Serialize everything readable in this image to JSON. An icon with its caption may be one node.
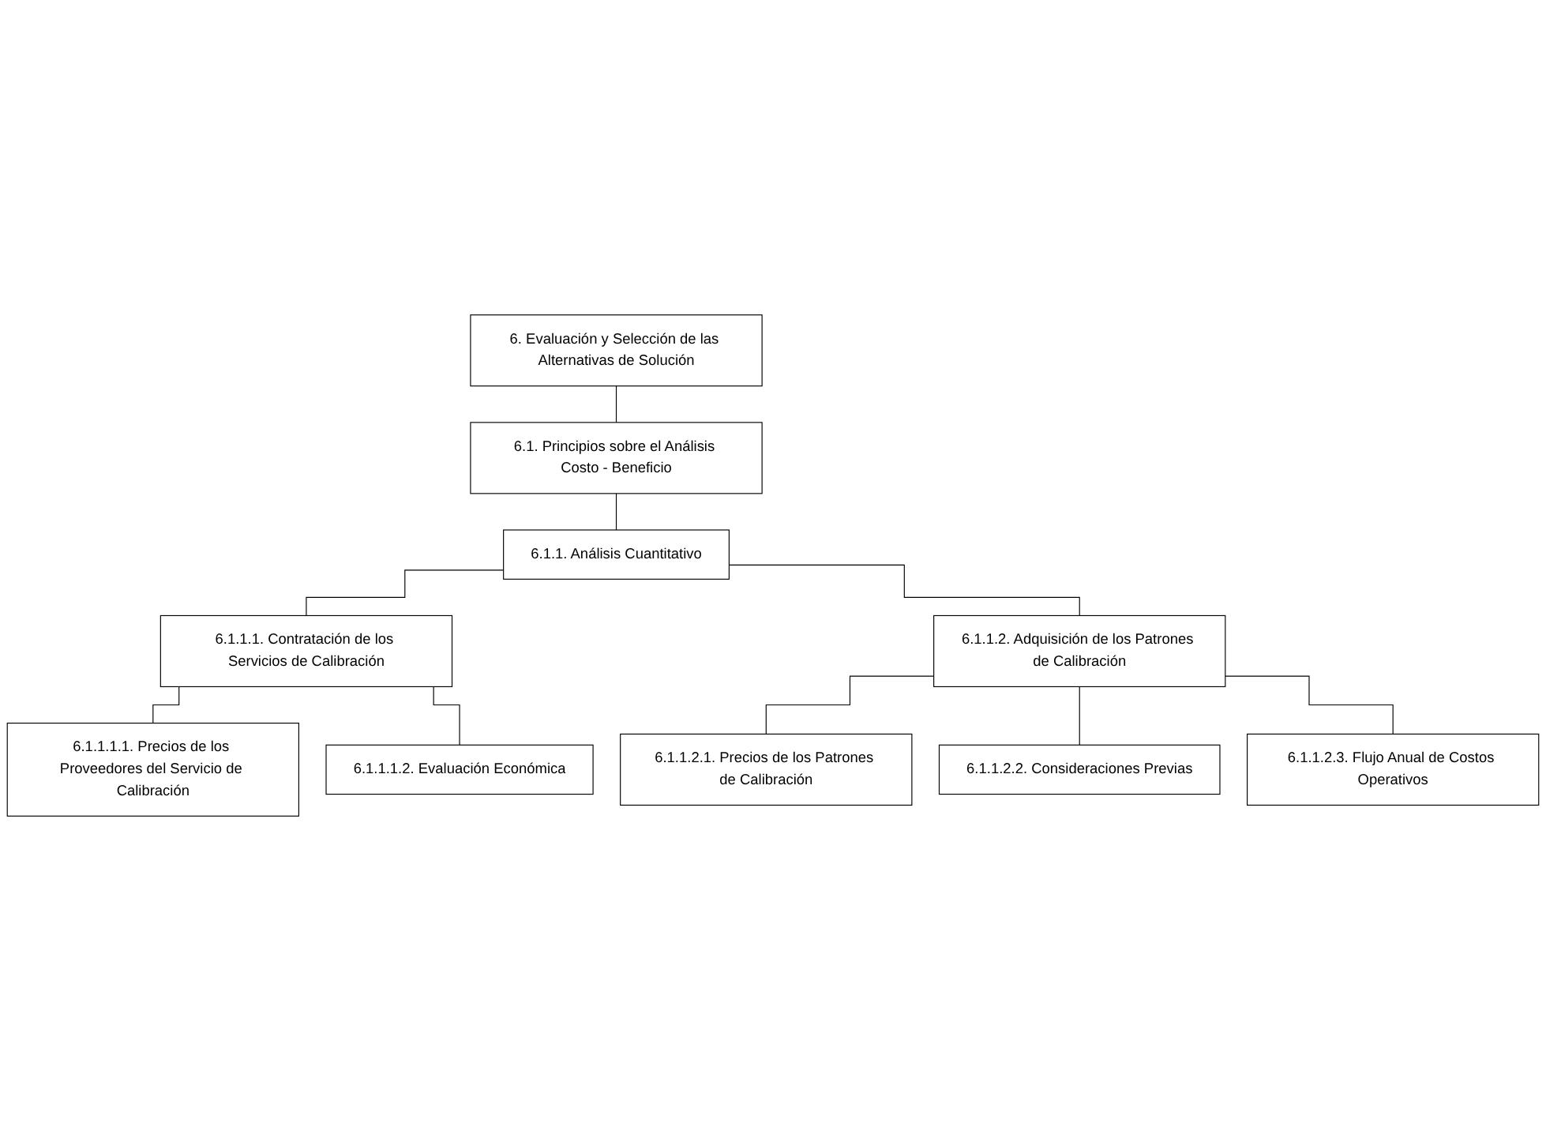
{
  "diagram": {
    "nodes": [
      {
        "text": [
          "6. Evaluación y Selección de las Alternativas de Solución"
        ]
      },
      {
        "text": [
          "6.1. Principios sobre el Análisis Costo - Beneficio"
        ]
      },
      {
        "text": [
          "6.1.1. Análisis Cuantitativo"
        ]
      },
      {
        "text": [
          "6.1.1.1. Contratación de los Servicios de Calibración"
        ]
      },
      {
        "text": [
          "6.1.1.2. Adquisición de los Patrones de Calibración"
        ]
      },
      {
        "text": [
          "6.1.1.1.1. Precios de los Proveedores del Servicio de Calibración"
        ]
      },
      {
        "text": [
          "6.1.1.1.2. Evaluación Económica"
        ]
      },
      {
        "text": [
          "6.1.1.2.1. Precios de los Patrones de Calibración"
        ]
      },
      {
        "text": [
          "6.1.1.2.2. Consideraciones Previas"
        ]
      },
      {
        "text": [
          "6.1.1.2.3. Flujo Anual de Costos Operativos"
        ]
      }
    ],
    "edges": [
      {
        "from": 0,
        "to": 1,
        "arrow": "none"
      },
      {
        "from": 1,
        "to": 2,
        "arrow": "none"
      },
      {
        "from": 2,
        "to": 3,
        "arrow": "none"
      },
      {
        "from": 2,
        "to": 4,
        "arrow": "none"
      },
      {
        "from": 3,
        "to": 5,
        "arrow": "none"
      },
      {
        "from": 3,
        "to": 6,
        "arrow": "none"
      },
      {
        "from": 4,
        "to": 7,
        "arrow": "none"
      },
      {
        "from": 4,
        "to": 8,
        "arrow": "none"
      },
      {
        "from": 4,
        "to": 9,
        "arrow": "none"
      }
    ]
  }
}
